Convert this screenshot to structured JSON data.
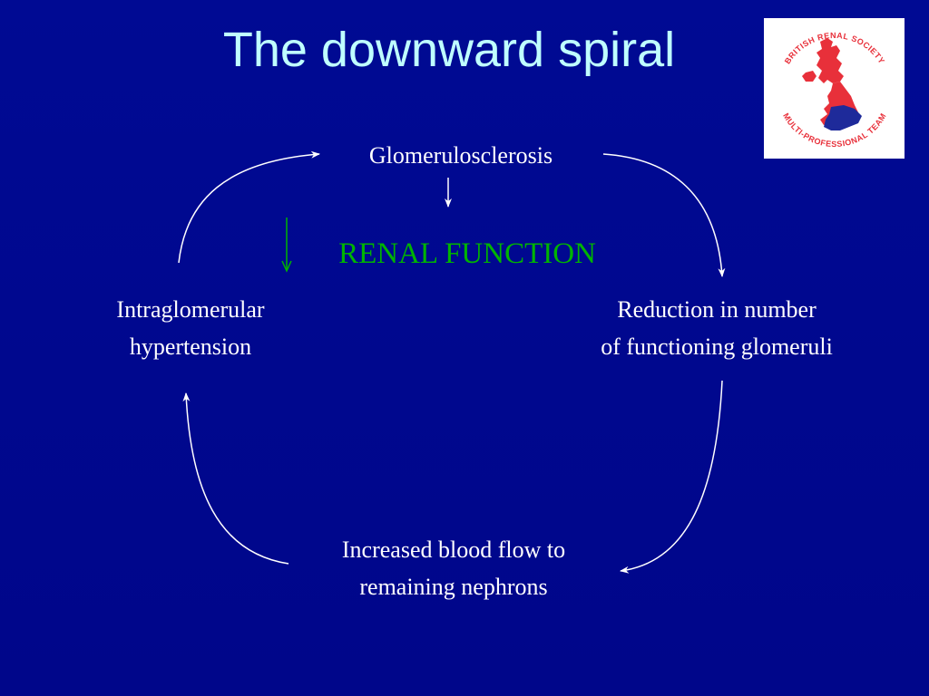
{
  "slide": {
    "title": "The downward spiral",
    "background_color": "#00078f",
    "title_color": "#bfffff"
  },
  "logo": {
    "top_text": "BRITISH RENAL SOCIETY",
    "bottom_text": "MULTI-PROFESSIONAL TEAM",
    "text_color": "#e8303a",
    "map_colors": [
      "#e8303a",
      "#1e2a9a"
    ]
  },
  "diagram": {
    "center_label": "RENAL FUNCTION",
    "center_label_color": "#00b400",
    "nodes": {
      "top": {
        "lines": [
          "Glomerulosclerosis"
        ]
      },
      "right": {
        "lines": [
          "Reduction in number",
          "of functioning glomeruli"
        ]
      },
      "bottom": {
        "lines": [
          "Increased blood flow to",
          "remaining nephrons"
        ]
      },
      "left": {
        "lines": [
          "Intraglomerular",
          "hypertension"
        ]
      }
    }
  }
}
